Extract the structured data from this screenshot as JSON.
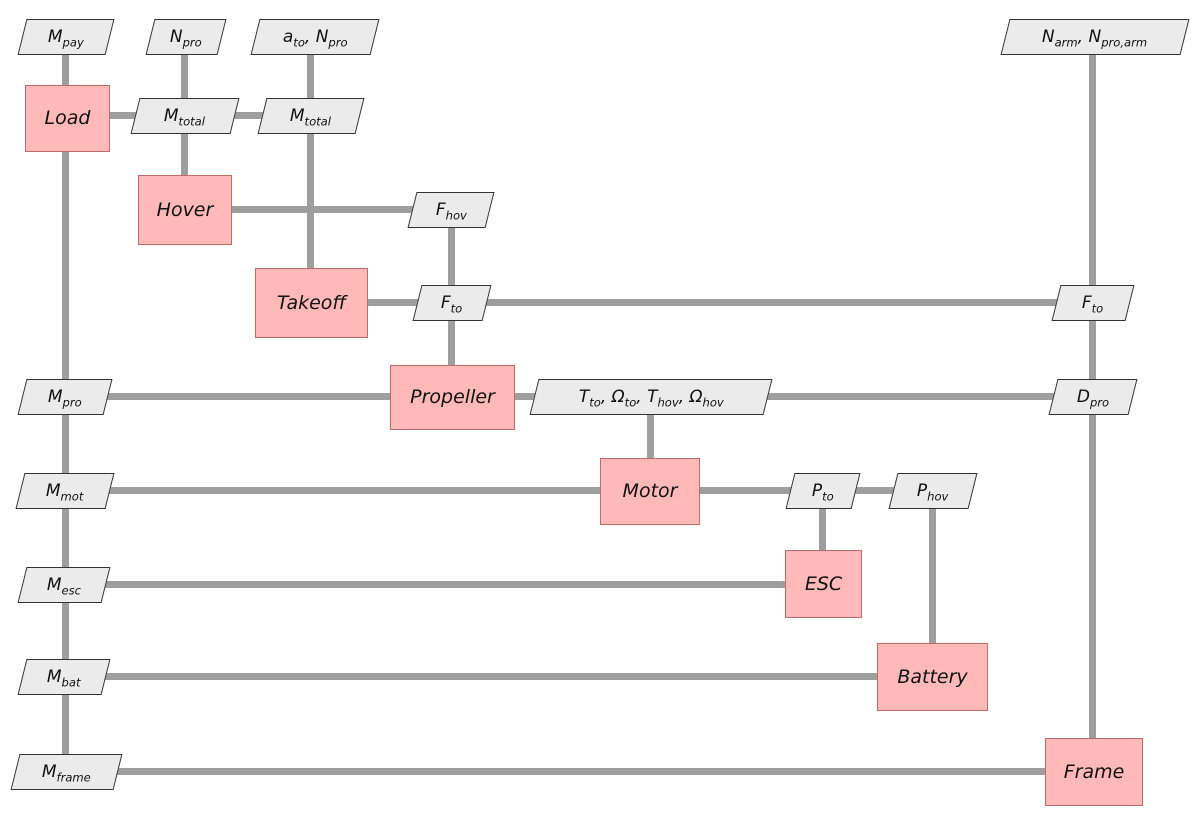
{
  "diagram": {
    "components": {
      "load": {
        "label": "Load"
      },
      "hover": {
        "label": "Hover"
      },
      "takeoff": {
        "label": "Takeoff"
      },
      "propeller": {
        "label": "Propeller"
      },
      "motor": {
        "label": "Motor"
      },
      "esc": {
        "label": "ESC"
      },
      "battery": {
        "label": "Battery"
      },
      "frame": {
        "label": "Frame"
      }
    },
    "data_nodes": {
      "m_pay": {
        "label": "M_{pay}"
      },
      "n_pro": {
        "label": "N_{pro}"
      },
      "ato_npro": {
        "label": "a_{to}, N_{pro}"
      },
      "narm_nproarm": {
        "label": "N_{arm}, N_{pro,arm}"
      },
      "m_total_hover": {
        "label": "M_{total}"
      },
      "m_total_takeoff": {
        "label": "M_{total}"
      },
      "f_hov": {
        "label": "F_{hov}"
      },
      "f_to": {
        "label": "F_{to}"
      },
      "f_to_right": {
        "label": "F_{to}"
      },
      "m_pro": {
        "label": "M_{pro}"
      },
      "t_omega": {
        "label": "T_{to}, Ω_{to}, T_{hov}, Ω_{hov}"
      },
      "d_pro": {
        "label": "D_{pro}"
      },
      "m_mot": {
        "label": "M_{mot}"
      },
      "p_to": {
        "label": "P_{to}"
      },
      "p_hov": {
        "label": "P_{hov}"
      },
      "m_esc": {
        "label": "M_{esc}"
      },
      "m_bat": {
        "label": "M_{bat}"
      },
      "m_frame": {
        "label": "M_{frame}"
      }
    },
    "colors": {
      "component_fill": "#ffb9b9",
      "component_border": "#c06a6a",
      "data_fill": "#ebebeb",
      "data_border": "#333333",
      "edge": "#9e9e9e"
    }
  }
}
